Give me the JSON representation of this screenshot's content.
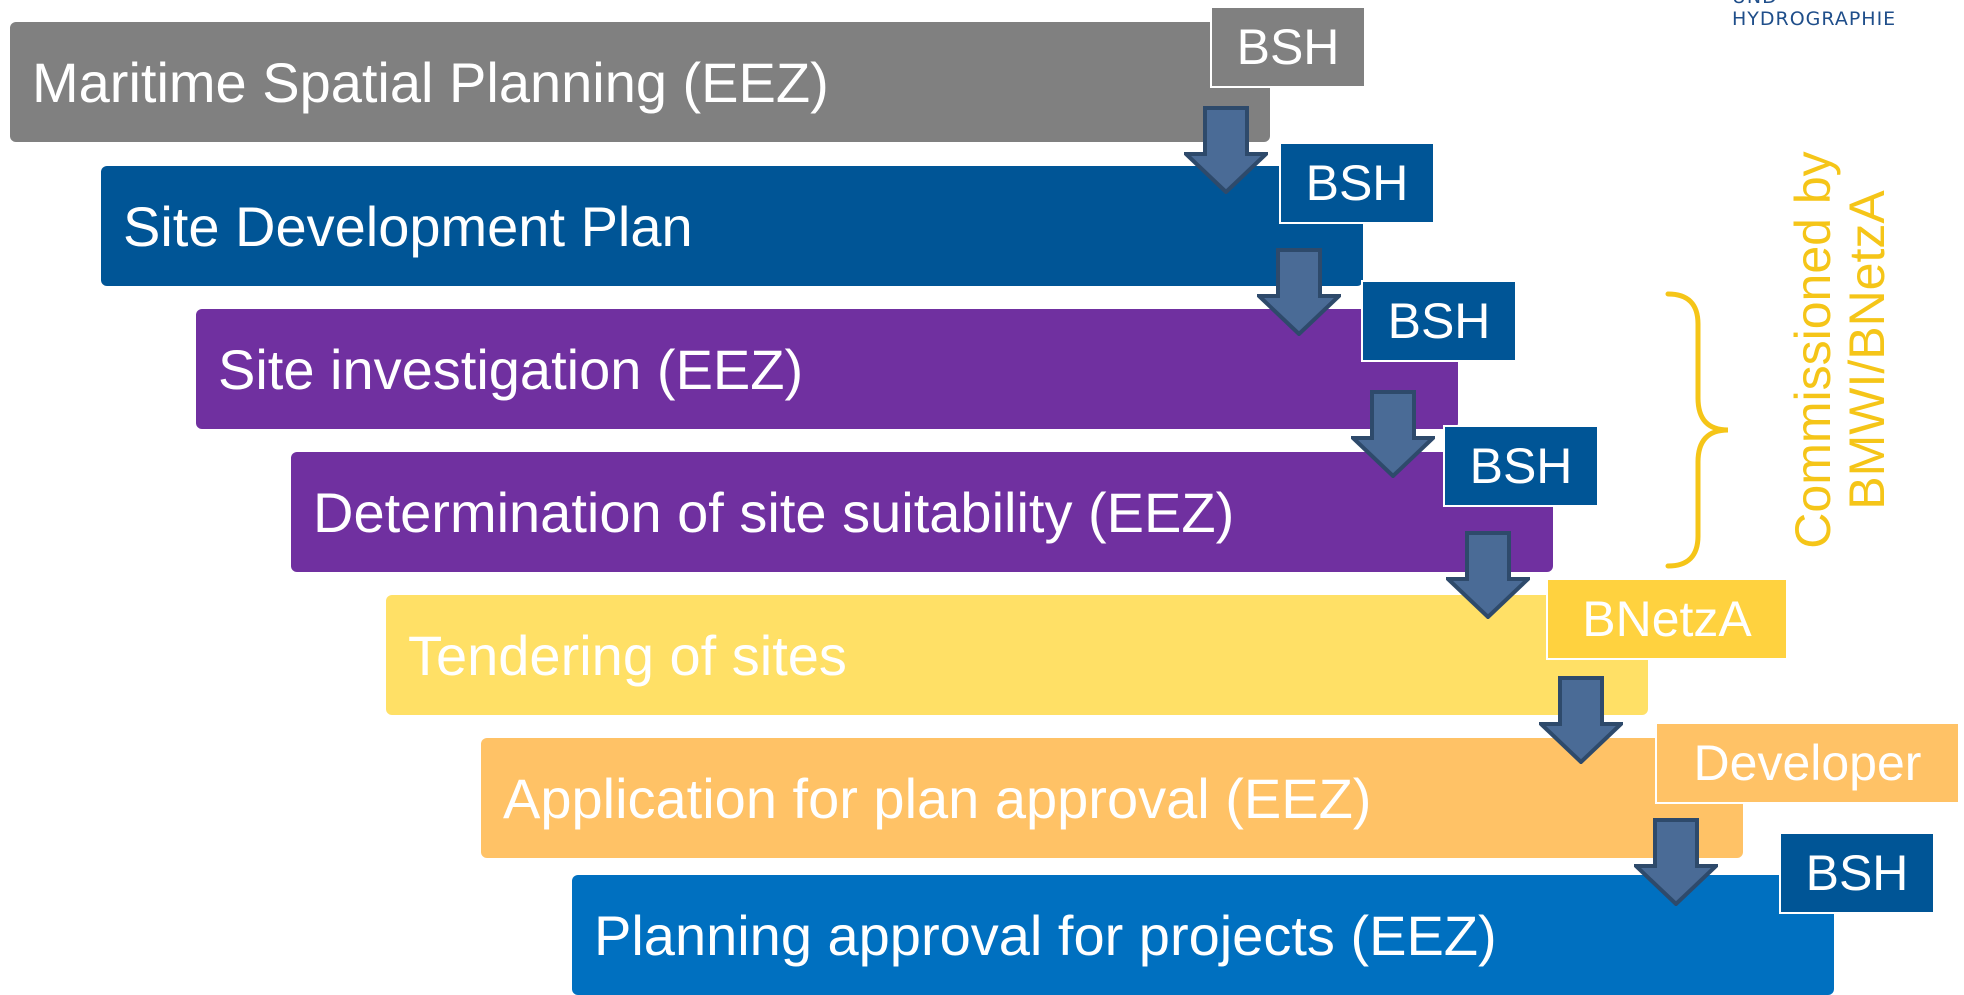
{
  "logo": {
    "line1": "UND",
    "line2": "HYDROGRAPHIE"
  },
  "steps": [
    {
      "label": "Maritime Spatial Planning (EEZ)",
      "owner": "BSH"
    },
    {
      "label": "Site Development Plan",
      "owner": "BSH"
    },
    {
      "label": "Site investigation (EEZ)",
      "owner": "BSH"
    },
    {
      "label": "Determination of site suitability (EEZ)",
      "owner": "BSH"
    },
    {
      "label": "Tendering of sites",
      "owner": "BNetzA"
    },
    {
      "label": "Application for plan approval (EEZ)",
      "owner": "Developer"
    },
    {
      "label": "Planning approval for projects (EEZ)",
      "owner": "BSH"
    }
  ],
  "side_note": {
    "line1": "Commissioned by",
    "line2": "BMWI/BNetzA"
  },
  "colors": {
    "gray": "#808080",
    "dark_blue": "#005596",
    "purple": "#7030a0",
    "yellow": "#ffe066",
    "orange": "#ffc266",
    "blue": "#0070c0",
    "bsh_owner": "#005596",
    "bnetza_owner": "#ffd23f",
    "developer_owner": "#ffc266",
    "arrow_fill": "#4a6b96",
    "arrow_stroke": "#2e4a6b",
    "brace": "#f5c518"
  }
}
